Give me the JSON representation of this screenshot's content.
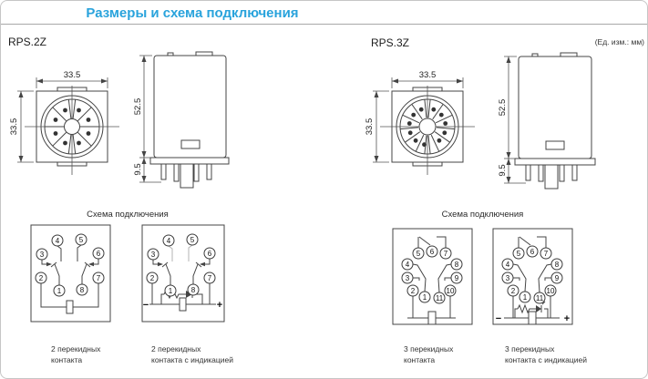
{
  "page": {
    "title": "Размеры и схема подключения",
    "units_note": "(Ед. изм.: мм)",
    "colors": {
      "accent": "#29a3dc",
      "line": "#444444",
      "light_line": "#b3b3b3"
    }
  },
  "rps2z": {
    "name": "RPS.2Z",
    "dims": {
      "width": "33.5",
      "height": "33.5",
      "depth": "52.5",
      "pin_length": "9.5"
    },
    "schema_title": "Схема подключения",
    "plain": {
      "terminals": [
        "4",
        "5",
        "3",
        "6",
        "2",
        "7",
        "1",
        "8"
      ],
      "caption1": "2 перекидных",
      "caption2": "контакта"
    },
    "indicated": {
      "terminals": [
        "4",
        "5",
        "3",
        "6",
        "2",
        "7",
        "1",
        "8"
      ],
      "caption1": "2 перекидных",
      "caption2": "контакта с индикацией",
      "minus": "−",
      "plus": "+"
    }
  },
  "rps3z": {
    "name": "RPS.3Z",
    "dims": {
      "width": "33.5",
      "height": "33.5",
      "depth": "52.5",
      "pin_length": "9.5"
    },
    "schema_title": "Схема подключения",
    "plain": {
      "terminals": [
        "5",
        "6",
        "7",
        "4",
        "8",
        "3",
        "9",
        "2",
        "10",
        "1",
        "11"
      ],
      "caption1": "3 перекидных",
      "caption2": "контакта"
    },
    "indicated": {
      "terminals": [
        "5",
        "6",
        "7",
        "4",
        "8",
        "3",
        "9",
        "2",
        "10",
        "1",
        "11"
      ],
      "caption1": "3 перекидных",
      "caption2": "контакта с индикацией",
      "minus": "−",
      "plus": "+"
    }
  }
}
